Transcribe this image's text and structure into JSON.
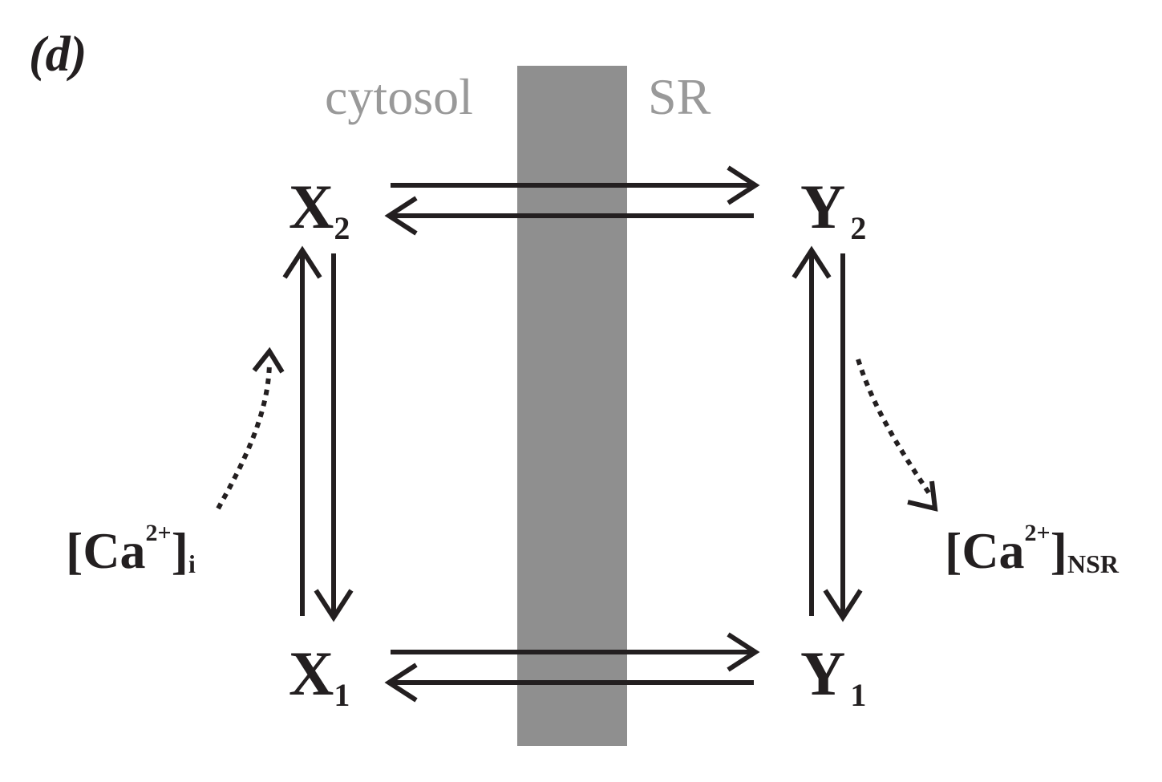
{
  "panel_label": "(d)",
  "regions": {
    "left": "cytosol",
    "right": "SR"
  },
  "colors": {
    "membrane": "#8f8f8f",
    "region_text": "#999999",
    "ink": "#231f20"
  },
  "states": {
    "x2": {
      "letter": "X",
      "sub": "2"
    },
    "y2": {
      "letter": "Y",
      "sub": "2"
    },
    "x1": {
      "letter": "X",
      "sub": "1"
    },
    "y1": {
      "letter": "Y",
      "sub": "1"
    }
  },
  "calcium": {
    "cytosolic": {
      "open": "[",
      "species": "Ca",
      "charge": "2+",
      "close": "]",
      "sub": "i"
    },
    "nsr": {
      "open": "[",
      "species": "Ca",
      "charge": "2+",
      "close": "]",
      "sub": "NSR"
    }
  }
}
